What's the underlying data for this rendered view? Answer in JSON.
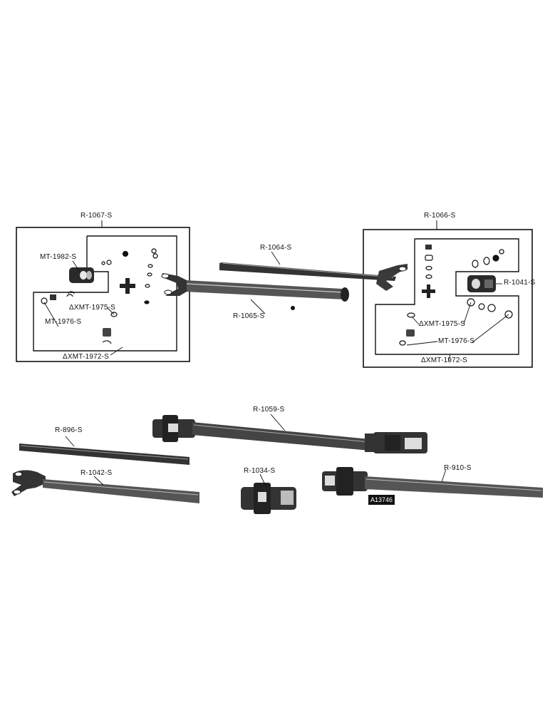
{
  "labels": {
    "kit_left": "R-1067-S",
    "kit_right": "R-1066-S",
    "tube_top": "R-1064-S",
    "tube_mid": "R-1065-S",
    "yoke_left": "MT-1982-S",
    "yoke_right": "R-1041-S",
    "bearing_left": "ΔXMT-1975-S",
    "bearing_right": "ΔXMT-1975-S",
    "ring_left": "MT-1976-S",
    "ring_right": "MT-1976-S",
    "crosskit_left": "ΔXMT-1972-S",
    "crosskit_right": "ΔXMT-1972-S",
    "shaft_a": "R-1059-S",
    "bar_a": "R-896-S",
    "shaft_b": "R-1042-S",
    "joint": "R-1034-S",
    "shaft_c": "R-910-S"
  },
  "figure_tag": "A13746"
}
